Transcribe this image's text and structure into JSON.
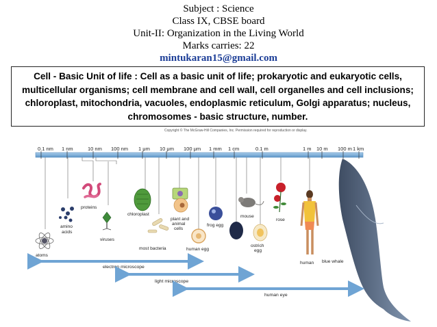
{
  "header": {
    "subject": "Subject :  Science",
    "class": "Class IX, CBSE board",
    "unit": "Unit-II: Organization in the Living World",
    "marks": "Marks carries: 22",
    "email": "mintukaran15@gmail.com"
  },
  "topic_box": {
    "text": "Cell - Basic Unit of life : Cell as a basic unit of life; prokaryotic and eukaryotic cells, multicellular organisms; cell membrane and cell wall, cell organelles and cell inclusions; chloroplast, mitochondria, vacuoles, endoplasmic reticulum, Golgi apparatus; nucleus, chromosomes - basic structure, number."
  },
  "figure": {
    "copyright": "Copyright © The McGraw-Hill Companies, Inc. Permission required for reproduction or display.",
    "scale_labels": [
      "0.1 nm",
      "1 nm",
      "10 nm",
      "100 nm",
      "1 μm",
      "10 μm",
      "100 μm",
      "1 mm",
      "1 cm",
      "0.1 m",
      "1 m",
      "10 m",
      "100 m",
      "1 km"
    ],
    "items": {
      "atoms": "atoms",
      "amino_acids_1": "amino",
      "amino_acids_2": "acids",
      "proteins": "proteins",
      "viruses": "viruses",
      "chloroplast": "chloroplast",
      "most_bacteria": "most bacteria",
      "plant_animal_1": "plant and",
      "plant_animal_2": "animal",
      "plant_animal_3": "cells",
      "human_egg": "human egg",
      "frog_egg": "frog egg",
      "mouse": "mouse",
      "ostrich_egg_1": "ostrich",
      "ostrich_egg_2": "egg",
      "rose": "rose",
      "human": "human",
      "blue_whale": "blue whale"
    },
    "ranges": {
      "electron_microscope": "electron microscope",
      "light_microscope": "light microscope",
      "human_eye": "human eye"
    },
    "colors": {
      "scale_bar": "#7fb2dc",
      "arrow": "#6fa4d4",
      "email": "#1a3c96"
    }
  }
}
